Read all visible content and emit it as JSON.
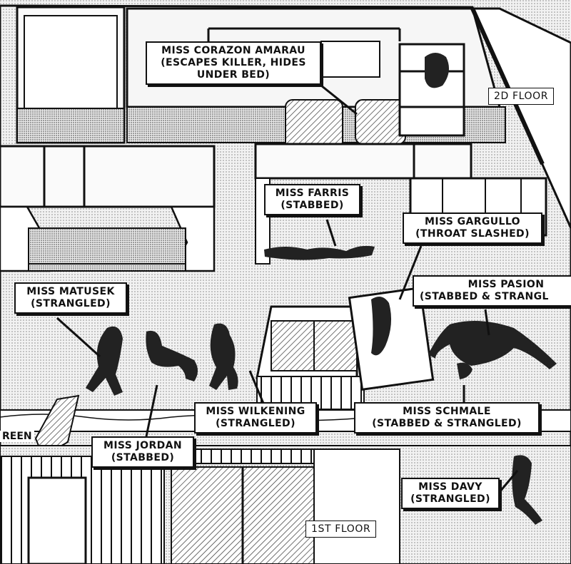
{
  "floors": {
    "second": "2D FLOOR",
    "first": "1ST FLOOR"
  },
  "fragment_text": "REEN",
  "victims": [
    {
      "line1": "MISS CORAZON AMARAU",
      "line2": "(ESCAPES KILLER, HIDES",
      "line3": "UNDER BED)"
    },
    {
      "line1": "MISS FARRIS",
      "line2": "(STABBED)"
    },
    {
      "line1": "MISS GARGULLO",
      "line2": "(THROAT SLASHED)"
    },
    {
      "line1": "MISS MATUSEK",
      "line2": "(STRANGLED)"
    },
    {
      "line1": "MISS PASION",
      "line2": "(STABBED & STRANGL"
    },
    {
      "line1": "MISS WILKENING",
      "line2": "(STRANGLED)"
    },
    {
      "line1": "MISS SCHMALE",
      "line2": "(STABBED & STRANGLED)"
    },
    {
      "line1": "MISS JORDAN",
      "line2": "(STABBED)"
    },
    {
      "line1": "MISS DAVY",
      "line2": "(STRANGLED)"
    }
  ]
}
